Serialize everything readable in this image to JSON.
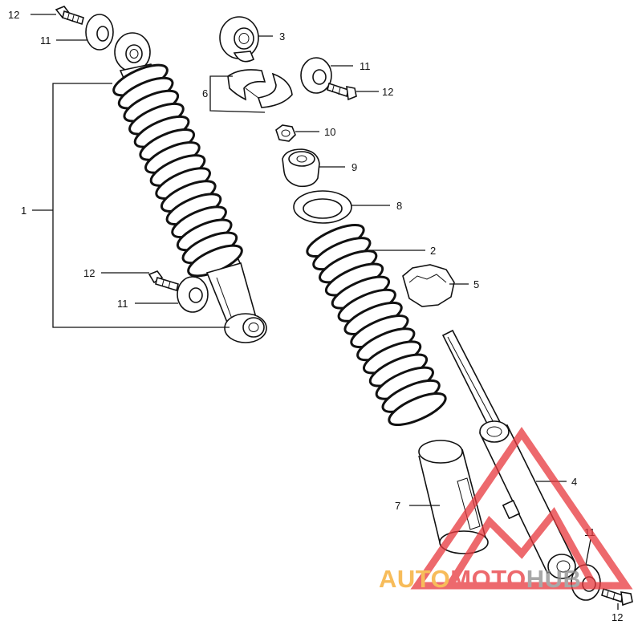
{
  "diagram": {
    "callouts": {
      "c1": "1",
      "c2": "2",
      "c3": "3",
      "c4": "4",
      "c5": "5",
      "c6": "6",
      "c7": "7",
      "c8": "8",
      "c9": "9",
      "c10": "10",
      "c11a": "11",
      "c11b": "11",
      "c11c": "11",
      "c11d": "11",
      "c12a": "12",
      "c12b": "12",
      "c12c": "12",
      "c12d": "12"
    }
  },
  "watermark": {
    "part1": "AUTO",
    "part2": "MOTO",
    "part3": "HUB",
    "colors": {
      "red": "#e8383d",
      "orange": "#f5a623",
      "gray": "#8c8c8c"
    }
  }
}
